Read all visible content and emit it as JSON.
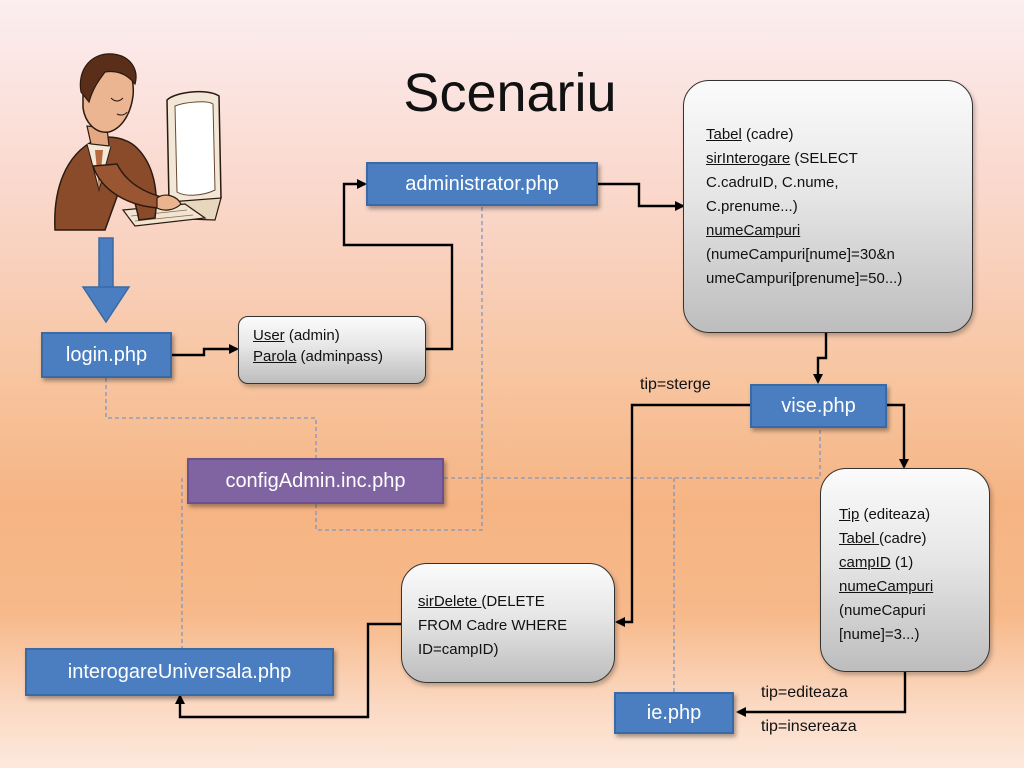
{
  "slide": {
    "title": "Scenariu"
  },
  "nodes": {
    "login": "login.php",
    "administrator": "administrator.php",
    "vise": "vise.php",
    "config": "configAdmin.inc.php",
    "interogare": "interogareUniversala.php",
    "ie": "ie.php"
  },
  "credentials_box": {
    "line1_key": "User",
    "line1_val": " (admin)",
    "line2_key": "Parola",
    "line2_val": " (adminpass)"
  },
  "query_box": {
    "tabel_key": "Tabel",
    "tabel_val": " (cadre)",
    "sir_key": "sirInterogare",
    "sir_val_1": " (SELECT",
    "sir_val_2": "C.cadruID, C.nume,",
    "sir_val_3": "C.prenume...)",
    "nume_key": "numeCampuri",
    "nume_val_1": "(numeCampuri[nume]=30&n",
    "nume_val_2": "umeCampuri[prenume]=50...)"
  },
  "edit_box": {
    "tip_key": "Tip",
    "tip_val": " (editeaza)",
    "tabel_key": "Tabel ",
    "tabel_val": "(cadre)",
    "camp_key": "campID",
    "camp_val": " (1)",
    "nume_key": "numeCampuri",
    "nume_val_1": "(numeCapuri",
    "nume_val_2": "[nume]=3...)"
  },
  "delete_box": {
    "sir_key": "sirDelete ",
    "sir_val_1": "(DELETE",
    "sir_val_2": "FROM Cadre WHERE",
    "sir_val_3": "ID=campID)"
  },
  "labels": {
    "tip_sterge": "tip=sterge",
    "tip_editeaza": "tip=editeaza",
    "tip_insereaza": "tip=insereaza"
  },
  "colors": {
    "blue_box": "#4a7ec0",
    "purple_box": "#8064a2",
    "arrow_blue": "#4a7ec0",
    "connector": "#000000",
    "dashed": "#8096c0"
  },
  "icons": {
    "user_clipart": "man-at-computer-icon"
  }
}
